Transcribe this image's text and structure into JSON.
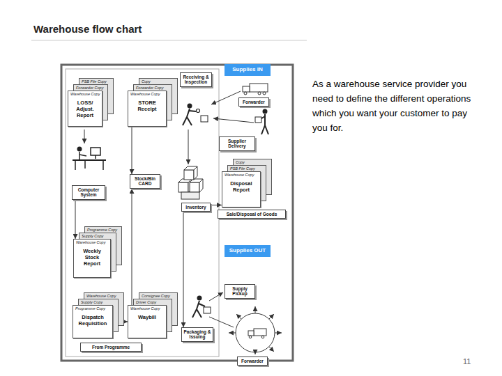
{
  "diagram": {
    "title": "Warehouse flow chart",
    "nodes": [
      {
        "text": [
          "Receiving & Inspection"
        ]
      },
      {
        "text": [
          "Supplies IN"
        ]
      },
      {
        "text": [
          "PSB File Copy",
          "Forwarder Copy",
          "Warehouse Copy",
          "LOSS/ Adjust. Report"
        ]
      },
      {
        "text": [
          "Copy",
          "Forwarder Copy",
          "Warehouse Copy",
          "STORE Receipt"
        ]
      },
      {
        "text": [
          "Forwarder"
        ]
      },
      {
        "text": [
          "Supplier Delivery"
        ]
      },
      {
        "text": [
          "Stock/Bin CARD"
        ]
      },
      {
        "text": [
          "Copy",
          "PSB File Copy",
          "Warehouse Copy",
          "Disposal Report"
        ]
      },
      {
        "text": [
          "Computer System"
        ]
      },
      {
        "text": [
          "Inventory"
        ]
      },
      {
        "text": [
          "Sale/Disposal of Goods"
        ]
      },
      {
        "text": [
          "Programme Copy",
          "Supply Copy",
          "Warehouse Copy",
          "Weekly Stock Report"
        ]
      },
      {
        "text": [
          "Supplies OUT"
        ]
      },
      {
        "text": [
          "Supply Pickup"
        ]
      },
      {
        "text": [
          "Warehouse Copy",
          "Supply Copy",
          "Programme Copy",
          "Dispatch Requisition"
        ]
      },
      {
        "text": [
          "Consignee Copy",
          "Driver Copy",
          "Warehouse Copy",
          "Waybill"
        ]
      },
      {
        "text": [
          "Packaging & Issuing"
        ]
      },
      {
        "text": [
          "From Programme"
        ]
      },
      {
        "text": [
          "Forwarder"
        ]
      }
    ],
    "edges": [
      {
        "from": 3,
        "to": 6,
        "arrow": "to"
      },
      {
        "from": 15,
        "to": 6,
        "arrow": "to"
      },
      {
        "from": 14,
        "to": 15,
        "arrow": "to"
      },
      {
        "from": 8,
        "to": 11,
        "arrow": "to"
      },
      {
        "from": 9,
        "to": 7,
        "arrow": "to"
      },
      {
        "from": 9,
        "to": 16,
        "arrow": "to"
      }
    ],
    "labels": [
      "As a warehouse service provider you need to define the different operations which you want your customer to pay you for.",
      "11"
    ]
  }
}
